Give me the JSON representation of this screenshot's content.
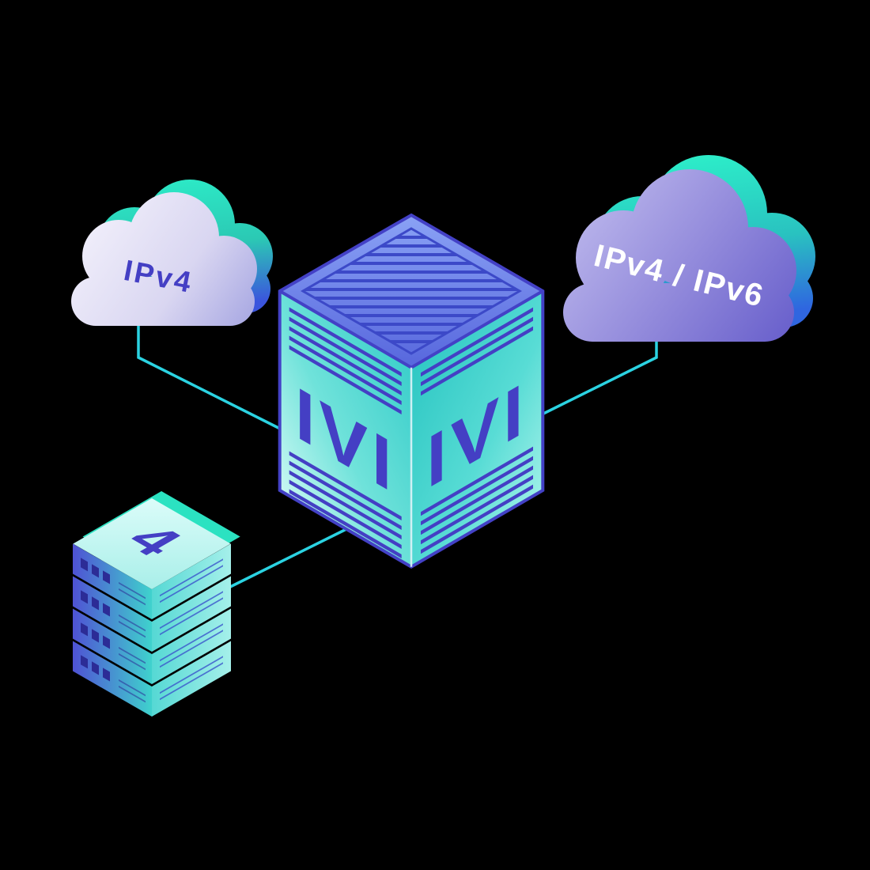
{
  "illustration": {
    "title": "ipv4-ipv6-ivi-translation-diagram",
    "left_cloud": {
      "label": "IPv4"
    },
    "right_cloud": {
      "label": "IPv4 / IPv6"
    },
    "translator": {
      "left_face_label": "IVI",
      "right_face_label": "IVI"
    },
    "server_stack": {
      "label": "4"
    },
    "colors": {
      "background": "#000000",
      "connector": "#2bd3e2",
      "indigo": "#443fc4",
      "accent_teal": "#2be2c1",
      "cloud_text_light": "#ffffff",
      "left_face_teal": "#3ccfcb",
      "right_face_teal": "#2fc8c4",
      "top_face_blue": "#7c97f2",
      "right_cloud_purple": "#6f66cf",
      "left_cloud_lavender": "#b6b4e8"
    }
  }
}
